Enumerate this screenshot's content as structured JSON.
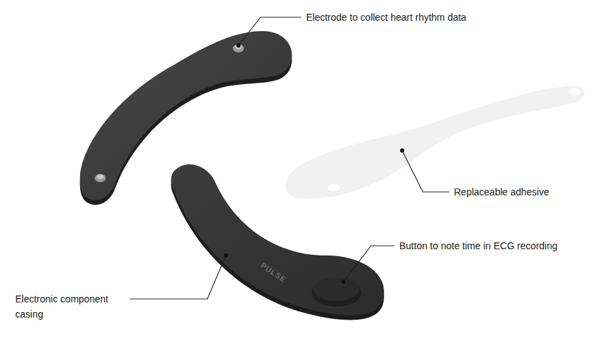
{
  "diagram": {
    "labels": [
      "Electrode to collect heart rhythm data",
      "Replaceable adhesive",
      "Button to note time in ECG recording",
      "Electronic component casing",
      "PULSE"
    ]
  }
}
